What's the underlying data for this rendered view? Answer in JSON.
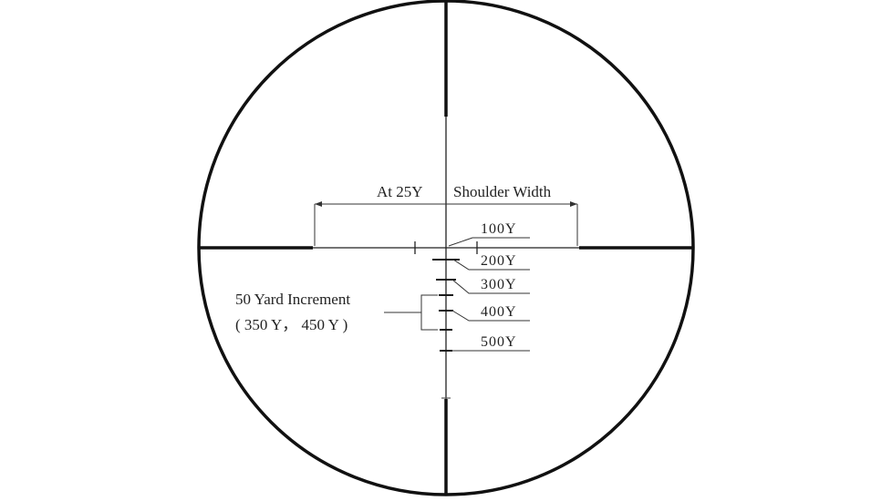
{
  "reticle": {
    "width_label_prefix": "At 25Y",
    "width_label": "Shoulder Width",
    "increment_label": "50 Yard Increment",
    "increment_sub_label": "( 350 Y， 450 Y )",
    "ranges": [
      {
        "label": "100Y"
      },
      {
        "label": "200Y"
      },
      {
        "label": "300Y"
      },
      {
        "label": "400Y"
      },
      {
        "label": "500Y"
      }
    ],
    "colors": {
      "line": "#111111",
      "background": "#ffffff"
    }
  }
}
